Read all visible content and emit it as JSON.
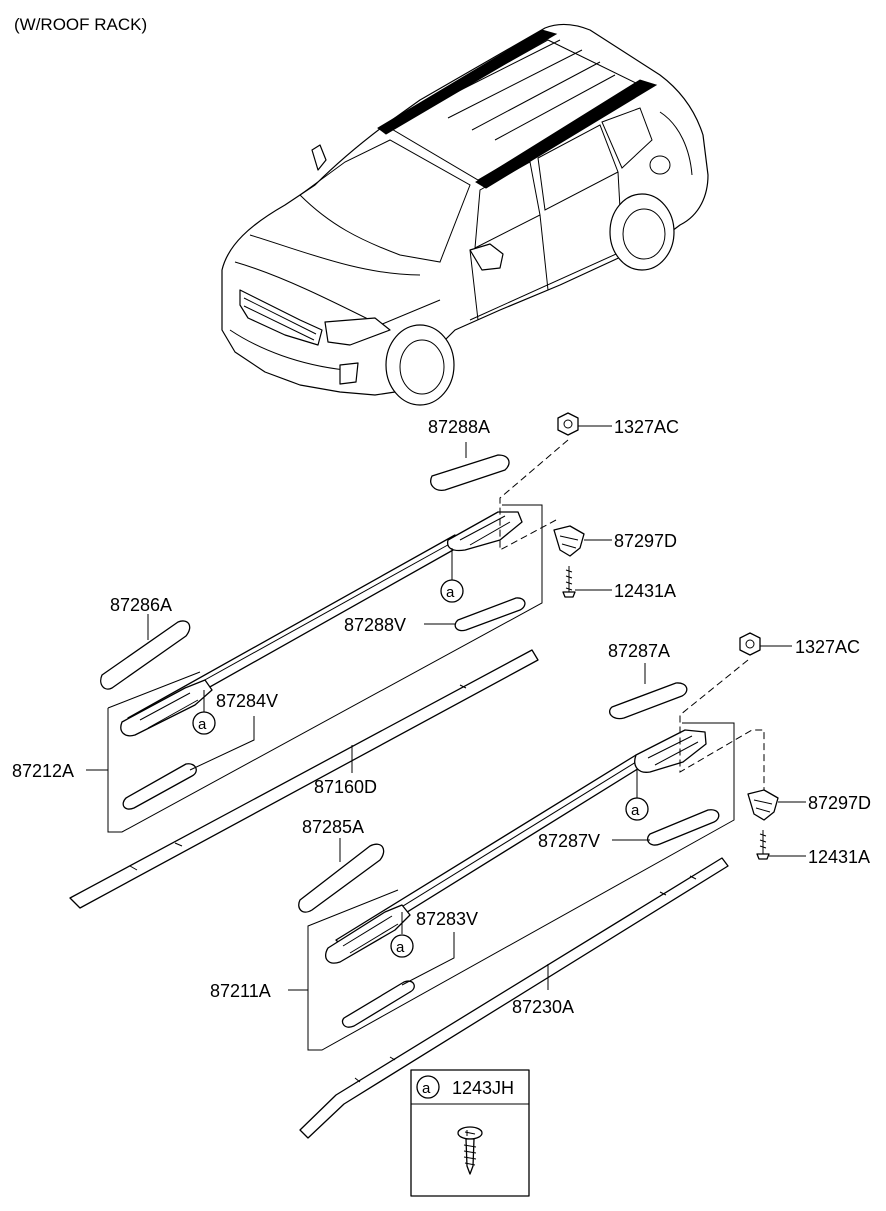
{
  "title": "(W/ROOF RACK)",
  "labels": {
    "p87288A": "87288A",
    "p1327AC_top": "1327AC",
    "p87297D_top": "87297D",
    "p12431A_top": "12431A",
    "p87286A": "87286A",
    "p87288V": "87288V",
    "p87284V": "87284V",
    "p87212A": "87212A",
    "p87160D": "87160D",
    "p87287A": "87287A",
    "p1327AC_bot": "1327AC",
    "p87297D_bot": "87297D",
    "p12431A_bot": "12431A",
    "p87285A": "87285A",
    "p87287V": "87287V",
    "p87283V": "87283V",
    "p87211A": "87211A",
    "p87230A": "87230A"
  },
  "callout": "a",
  "legend": {
    "marker": "a",
    "part": "1243JH"
  }
}
